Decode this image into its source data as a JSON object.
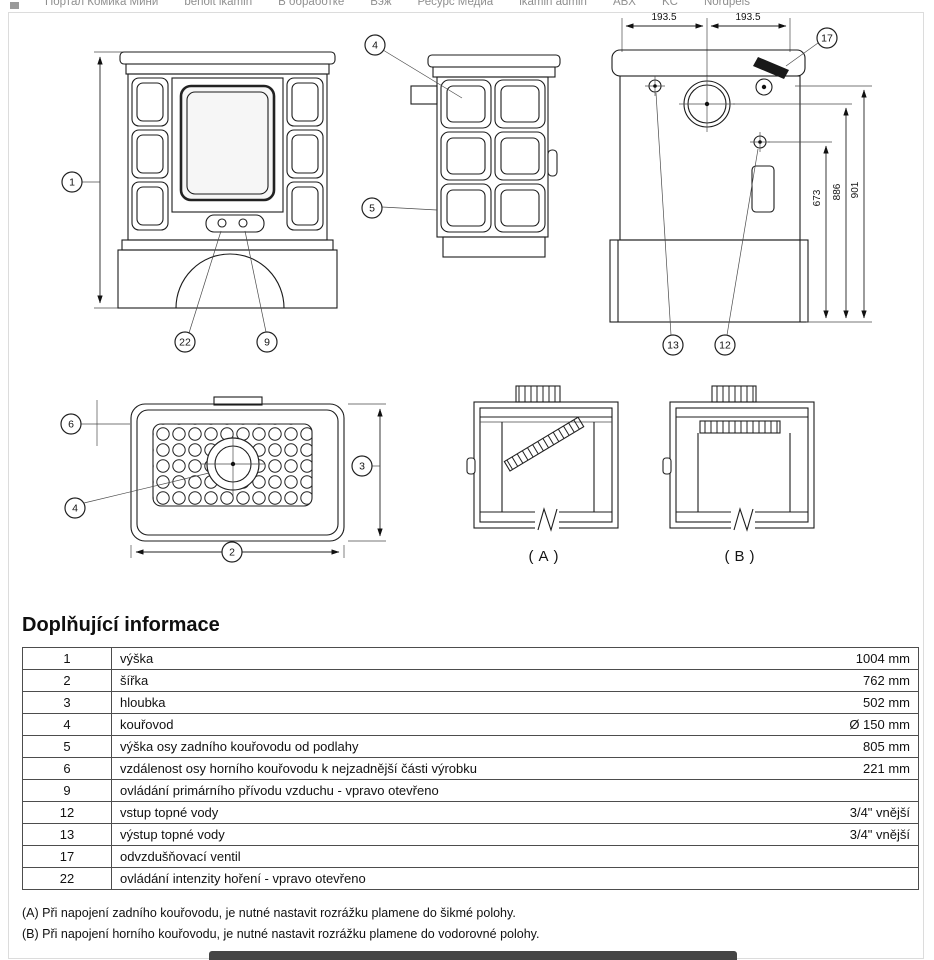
{
  "toolbar": {
    "items": [
      "Портал Комика Мини",
      "benoit ikamin",
      "В обработке",
      "Вэж",
      "Ресурс Медиа",
      "ikamin admin",
      "ABX",
      "KC",
      "Nordpeis"
    ]
  },
  "drawing": {
    "callouts": {
      "c1": "1",
      "c2": "2",
      "c3": "3",
      "c4": "4",
      "c5": "5",
      "c6": "6",
      "c9": "9",
      "c12": "12",
      "c13": "13",
      "c17": "17",
      "c22": "22"
    },
    "dims": {
      "top_left": "193.5",
      "top_right": "193.5",
      "h1": "673",
      "h2": "886",
      "h3": "901"
    },
    "views": {
      "a": "(A)",
      "b": "(B)"
    }
  },
  "info": {
    "title": "Doplňující informace",
    "rows": [
      {
        "num": "1",
        "desc": "výška",
        "val": "1004 mm"
      },
      {
        "num": "2",
        "desc": "šířka",
        "val": "762 mm"
      },
      {
        "num": "3",
        "desc": "hloubka",
        "val": "502 mm"
      },
      {
        "num": "4",
        "desc": "kouřovod",
        "val": "Ø 150 mm"
      },
      {
        "num": "5",
        "desc": "výška osy zadního kouřovodu od podlahy",
        "val": "805 mm"
      },
      {
        "num": "6",
        "desc": "vzdálenost osy horního kouřovodu k nejzadnější části výrobku",
        "val": "221 mm"
      },
      {
        "num": "9",
        "desc": "ovládání primárního přívodu vzduchu - vpravo otevřeno",
        "val": ""
      },
      {
        "num": "12",
        "desc": "vstup topné vody",
        "val": "3/4\" vnější"
      },
      {
        "num": "13",
        "desc": "výstup topné vody",
        "val": "3/4\" vnější"
      },
      {
        "num": "17",
        "desc": "odvzdušňovací ventil",
        "val": ""
      },
      {
        "num": "22",
        "desc": "ovládání intenzity hoření - vpravo otevřeno",
        "val": ""
      }
    ],
    "footnotes": [
      "(A) Při napojení zadního kouřovodu, je nutné nastavit rozrážku plamene do šikmé polohy.",
      "(B) Při napojení horního kouřovodu, je nutné nastavit rozrážku plamene do vodorovné polohy."
    ]
  }
}
